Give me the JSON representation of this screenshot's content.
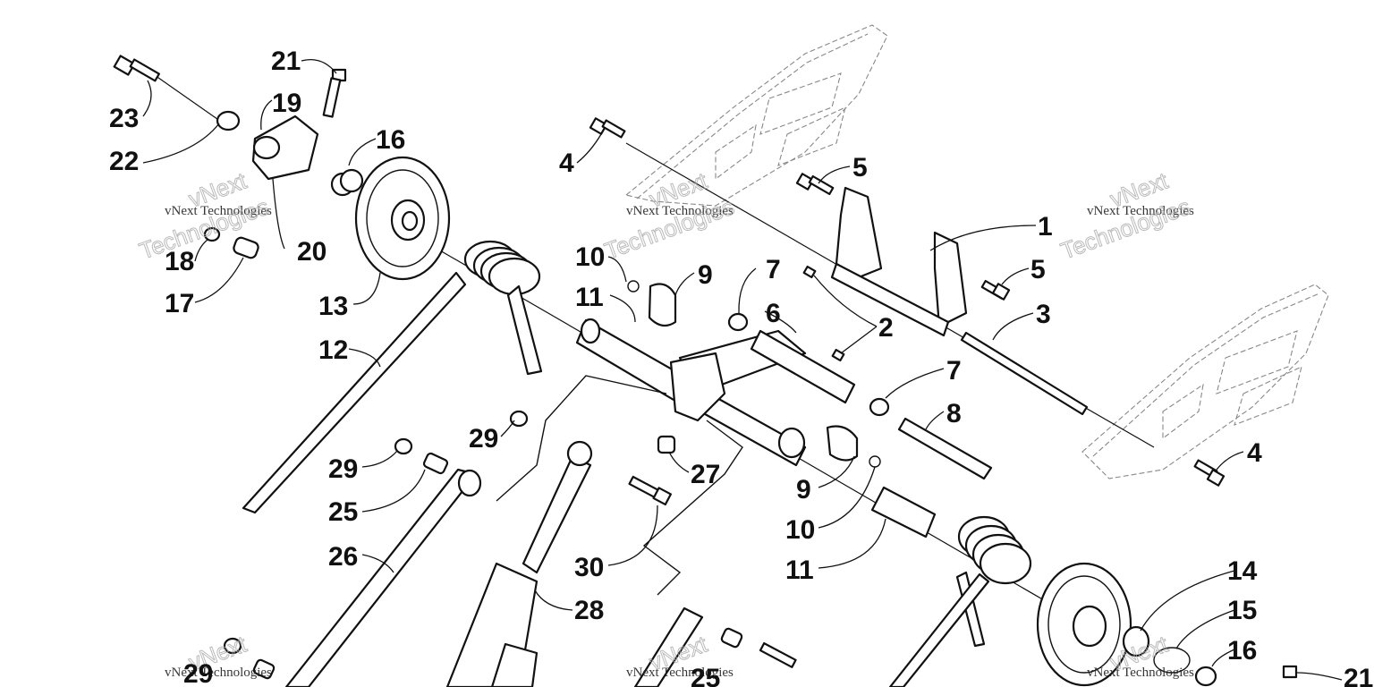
{
  "callouts": [
    {
      "label": "1"
    },
    {
      "label": "2"
    },
    {
      "label": "3"
    },
    {
      "label": "4"
    },
    {
      "label": "4"
    },
    {
      "label": "5"
    },
    {
      "label": "5"
    },
    {
      "label": "6"
    },
    {
      "label": "7"
    },
    {
      "label": "7"
    },
    {
      "label": "8"
    },
    {
      "label": "9"
    },
    {
      "label": "9"
    },
    {
      "label": "10"
    },
    {
      "label": "10"
    },
    {
      "label": "11"
    },
    {
      "label": "11"
    },
    {
      "label": "12"
    },
    {
      "label": "13"
    },
    {
      "label": "14"
    },
    {
      "label": "15"
    },
    {
      "label": "16"
    },
    {
      "label": "16"
    },
    {
      "label": "17"
    },
    {
      "label": "18"
    },
    {
      "label": "19"
    },
    {
      "label": "20"
    },
    {
      "label": "21"
    },
    {
      "label": "21"
    },
    {
      "label": "22"
    },
    {
      "label": "23"
    },
    {
      "label": "25"
    },
    {
      "label": "25"
    },
    {
      "label": "26"
    },
    {
      "label": "27"
    },
    {
      "label": "28"
    },
    {
      "label": "29"
    },
    {
      "label": "29"
    },
    {
      "label": "29"
    },
    {
      "label": "30"
    }
  ],
  "watermark": {
    "line1": "vNext Technologies",
    "outline1": "vNext",
    "outline2": "Technologies"
  }
}
